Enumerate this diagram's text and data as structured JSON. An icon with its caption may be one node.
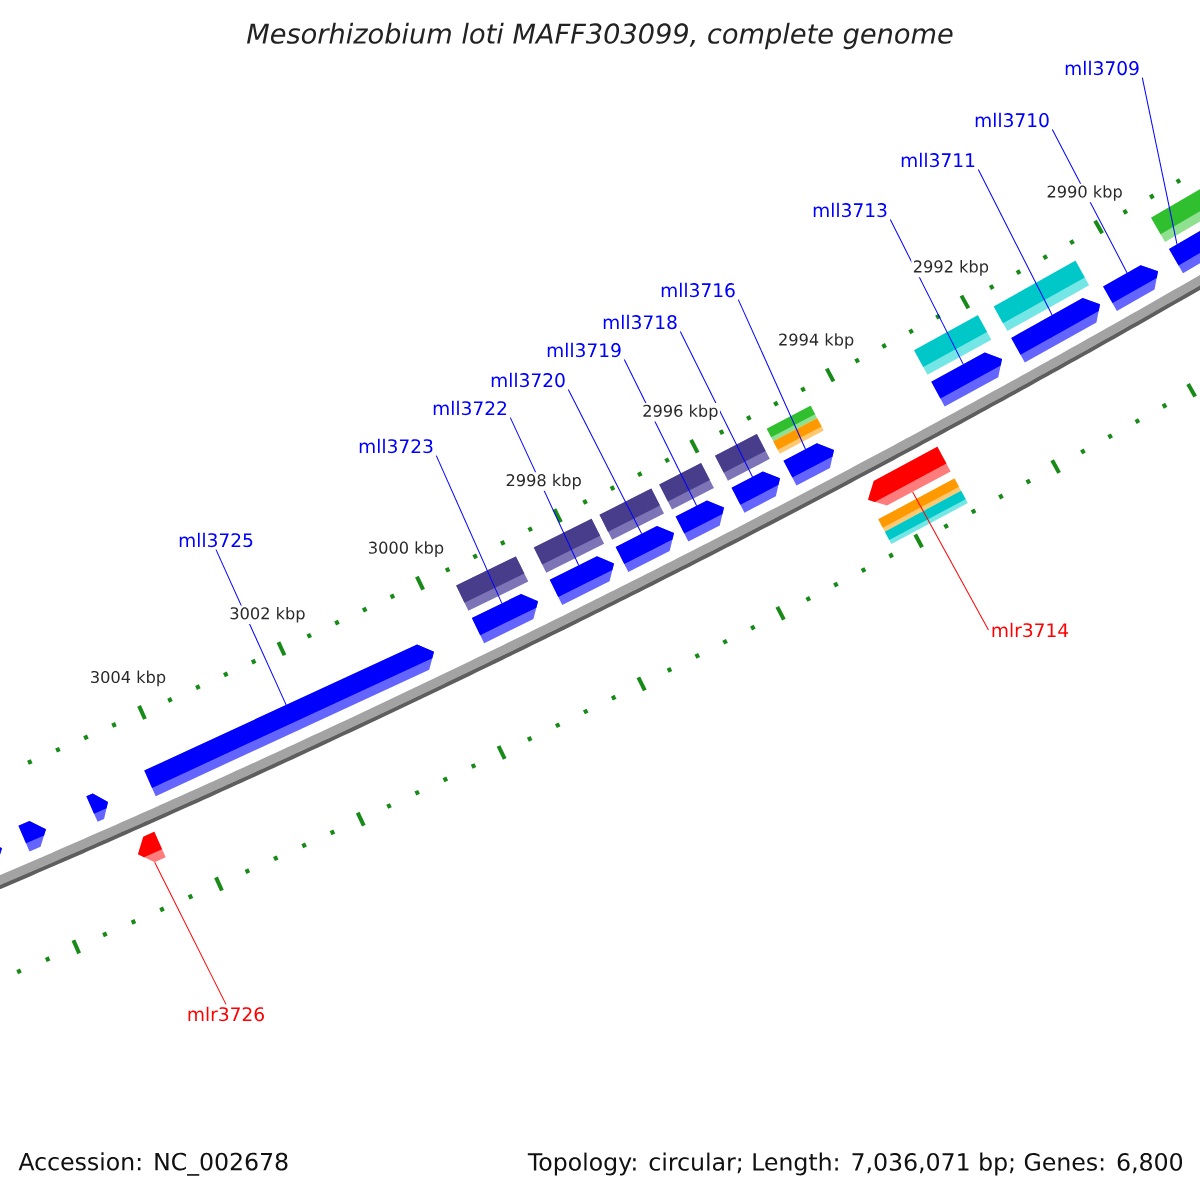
{
  "diagram": {
    "title": "Mesorhizobium loti MAFF303099, complete genome",
    "nodes": [
      {
        "text": [
          "mll3709"
        ]
      },
      {
        "text": [
          "mll3710"
        ]
      },
      {
        "text": [
          "mll3711"
        ]
      },
      {
        "text": [
          "mll3713"
        ]
      },
      {
        "text": [
          "mll3716"
        ]
      },
      {
        "text": [
          "mll3718"
        ]
      },
      {
        "text": [
          "mll3719"
        ]
      },
      {
        "text": [
          "mll3720"
        ]
      },
      {
        "text": [
          "mll3722"
        ]
      },
      {
        "text": [
          "mll3723"
        ]
      },
      {
        "text": [
          "mll3725"
        ]
      },
      {
        "text": [
          "mlr3714"
        ]
      },
      {
        "text": [
          "mlr3726"
        ]
      },
      {
        "text": [],
        "shape": "bar"
      },
      {
        "text": [],
        "shape": "bar"
      },
      {
        "text": [],
        "shape": "bar"
      },
      {
        "text": [],
        "shape": "bar"
      },
      {
        "text": [],
        "shape": "bar"
      },
      {
        "text": [],
        "shape": "bar"
      },
      {
        "text": [],
        "shape": "bar"
      },
      {
        "text": [],
        "shape": "bar"
      },
      {
        "text": [],
        "shape": "bar"
      },
      {
        "text": [],
        "shape": "bar"
      },
      {
        "text": [],
        "shape": "bar"
      },
      {
        "text": [],
        "shape": "bar"
      },
      {
        "text": [],
        "shape": "bar"
      }
    ],
    "edges": [
      {
        "from": 0,
        "to": 13,
        "arrow": "none"
      },
      {
        "from": 1,
        "to": 14,
        "arrow": "none"
      },
      {
        "from": 2,
        "to": 15,
        "arrow": "none"
      },
      {
        "from": 3,
        "to": 16,
        "arrow": "none"
      },
      {
        "from": 4,
        "to": 17,
        "arrow": "none"
      },
      {
        "from": 5,
        "to": 19,
        "arrow": "none"
      },
      {
        "from": 6,
        "to": 20,
        "arrow": "none"
      },
      {
        "from": 7,
        "to": 21,
        "arrow": "none"
      },
      {
        "from": 8,
        "to": 22,
        "arrow": "none"
      },
      {
        "from": 9,
        "to": 23,
        "arrow": "none"
      },
      {
        "from": 10,
        "to": 24,
        "arrow": "none"
      },
      {
        "from": 11,
        "to": 18,
        "arrow": "none",
        "color": "#ff0000"
      },
      {
        "from": 12,
        "to": 25,
        "arrow": "none",
        "color": "#ff0000"
      }
    ],
    "labels": [
      "2990 kbp",
      "2992 kbp",
      "2994 kbp",
      "2996 kbp",
      "2998 kbp",
      "3000 kbp",
      "3002 kbp",
      "3004 kbp",
      "Accession: NC_002678",
      "Topology: circular; Length: 7,036,071 bp; Genes: 6,800"
    ]
  }
}
